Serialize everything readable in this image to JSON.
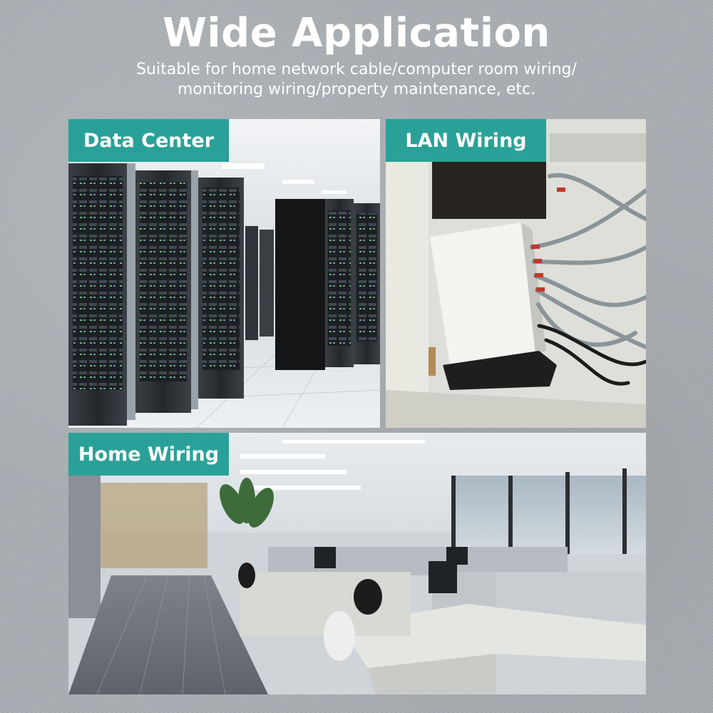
{
  "header": {
    "title": "Wide Application",
    "subtitle_line1": "Suitable for home network cable/computer room wiring/",
    "subtitle_line2": "monitoring wiring/property maintenance, etc."
  },
  "panels": [
    {
      "label": "Data Center"
    },
    {
      "label": "LAN Wiring"
    },
    {
      "label": "Home Wiring"
    }
  ],
  "colors": {
    "tag_background": "#2aa198",
    "background": "#a9aeb3",
    "text": "#ffffff"
  }
}
